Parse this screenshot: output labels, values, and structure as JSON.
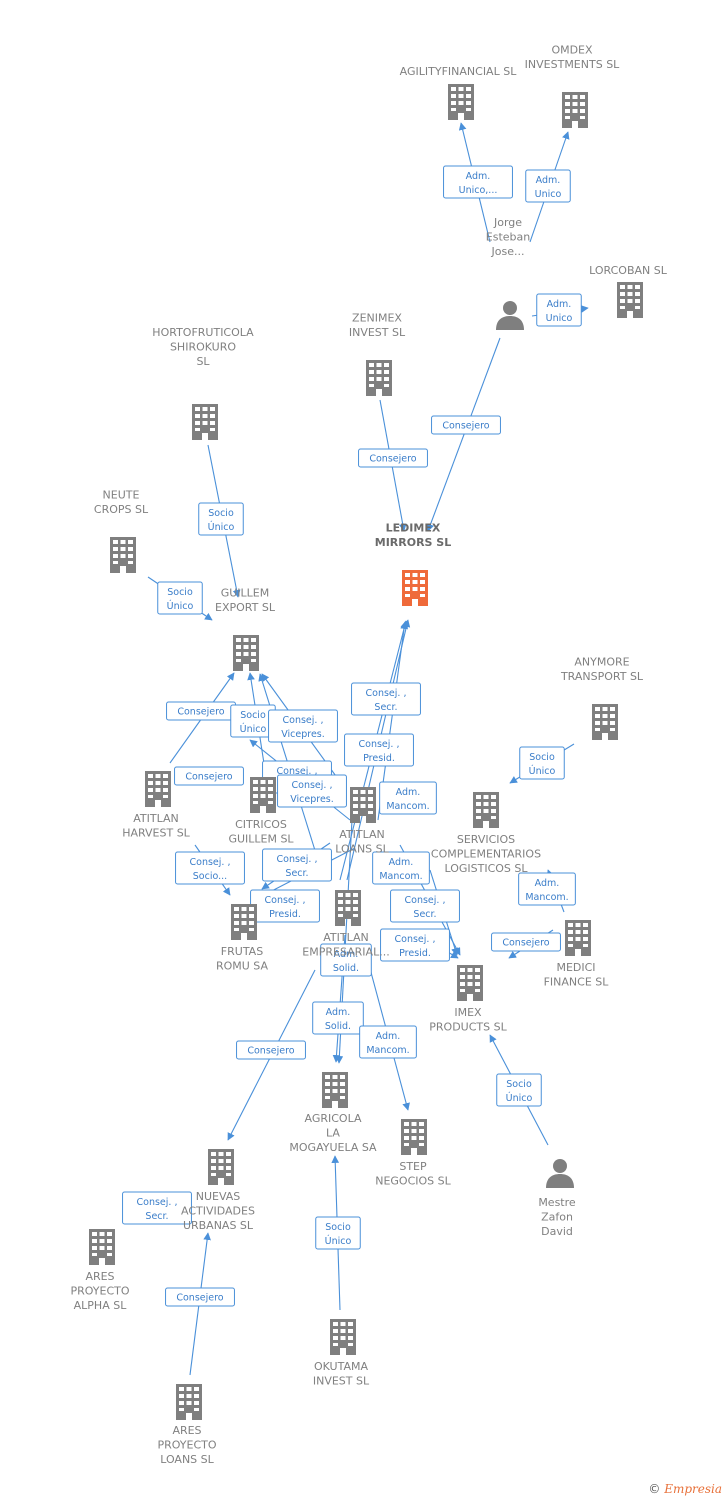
{
  "colors": {
    "node": "#7f7f7f",
    "focus": "#ef6a3a",
    "edge": "#4a90d9"
  },
  "nodes": [
    {
      "id": "agility",
      "type": "company",
      "lines": [
        "AGILITYFINANCIAL SL"
      ]
    },
    {
      "id": "omdex",
      "type": "company",
      "lines": [
        "OMDEX",
        "INVESTMENTS SL"
      ]
    },
    {
      "id": "jorge",
      "type": "person",
      "lines": [
        "Jorge",
        "Esteban",
        "Jose..."
      ]
    },
    {
      "id": "lorcoban",
      "type": "company",
      "lines": [
        "LORCOBAN SL"
      ]
    },
    {
      "id": "zenimex",
      "type": "company",
      "lines": [
        "ZENIMEX",
        "INVEST  SL"
      ]
    },
    {
      "id": "hortofruticola",
      "type": "company",
      "lines": [
        "HORTOFRUTICOLA",
        "SHIROKURO",
        "SL"
      ]
    },
    {
      "id": "ledimex",
      "type": "focus",
      "lines": [
        "LEDIMEX",
        "MIRRORS  SL"
      ]
    },
    {
      "id": "neute",
      "type": "company",
      "lines": [
        "NEUTE",
        "CROPS  SL"
      ]
    },
    {
      "id": "guillem",
      "type": "company",
      "lines": [
        "GUILLEM",
        "EXPORT SL"
      ]
    },
    {
      "id": "anymore",
      "type": "company",
      "lines": [
        "ANYMORE",
        "TRANSPORT SL"
      ]
    },
    {
      "id": "atitlan_harvest",
      "type": "company",
      "lines": [
        "ATITLAN",
        "HARVEST  SL"
      ]
    },
    {
      "id": "citricos",
      "type": "company",
      "lines": [
        "CITRICOS",
        "GUILLEM  SL"
      ]
    },
    {
      "id": "atitlan_loans",
      "type": "company",
      "lines": [
        "ATITLAN",
        "LOANS  SL"
      ]
    },
    {
      "id": "servicios",
      "type": "company",
      "lines": [
        "SERVICIOS",
        "COMPLEMENTARIOS",
        "LOGISTICOS SL"
      ]
    },
    {
      "id": "frutas",
      "type": "company",
      "lines": [
        "FRUTAS",
        "ROMU SA"
      ]
    },
    {
      "id": "atitlan_emp",
      "type": "company",
      "lines": [
        "ATITLAN",
        "EMPRESARIAL..."
      ]
    },
    {
      "id": "medici",
      "type": "company",
      "lines": [
        "MEDICI",
        "FINANCE SL"
      ]
    },
    {
      "id": "imex",
      "type": "company",
      "lines": [
        "IMEX",
        "PRODUCTS SL"
      ]
    },
    {
      "id": "agricola",
      "type": "company",
      "lines": [
        "AGRICOLA",
        "LA",
        "MOGAYUELA SA"
      ]
    },
    {
      "id": "step",
      "type": "company",
      "lines": [
        "STEP",
        "NEGOCIOS SL"
      ]
    },
    {
      "id": "mestre",
      "type": "person",
      "lines": [
        "Mestre",
        "Zafon",
        "David"
      ]
    },
    {
      "id": "nuevas",
      "type": "company",
      "lines": [
        "NUEVAS",
        "ACTIVIDADES",
        "URBANAS SL"
      ]
    },
    {
      "id": "ares_alpha",
      "type": "company",
      "lines": [
        "ARES",
        "PROYECTO",
        "ALPHA  SL"
      ]
    },
    {
      "id": "okutama",
      "type": "company",
      "lines": [
        "OKUTAMA",
        "INVEST  SL"
      ]
    },
    {
      "id": "ares_loans",
      "type": "company",
      "lines": [
        "ARES",
        "PROYECTO",
        "LOANS  SL"
      ]
    }
  ],
  "edges": [
    {
      "from": "jorge",
      "to": "agility",
      "label": [
        "Adm.",
        "Unico,..."
      ]
    },
    {
      "from": "jorge",
      "to": "omdex",
      "label": [
        "Adm.",
        "Unico"
      ]
    },
    {
      "from": "jorge",
      "to": "lorcoban",
      "label": [
        "Adm.",
        "Unico"
      ]
    },
    {
      "from": "jorge",
      "to": "ledimex",
      "label": [
        "Consejero"
      ]
    },
    {
      "from": "zenimex",
      "to": "ledimex",
      "label": [
        "Consejero"
      ]
    },
    {
      "from": "hortofruticola",
      "to": "guillem",
      "label": [
        "Socio",
        "Único"
      ]
    },
    {
      "from": "neute",
      "to": "guillem",
      "label": [
        "Socio",
        "Único"
      ]
    },
    {
      "from": "atitlan_harvest",
      "to": "guillem",
      "label": [
        "Consejero"
      ]
    },
    {
      "from": "citricos",
      "to": "guillem",
      "label": [
        "Socio",
        "Único"
      ]
    },
    {
      "from": "atitlan_loans",
      "to": "guillem",
      "label": [
        "Consej. ,",
        "Vicepres."
      ]
    },
    {
      "from": "atitlan_emp",
      "to": "guillem",
      "label": [
        "Consej. ,",
        "Secr."
      ]
    },
    {
      "from": "atitlan_harvest",
      "to": "citricos",
      "label": [
        "Consejero"
      ]
    },
    {
      "from": "atitlan_loans",
      "to": "citricos",
      "label": [
        "Consej. ,",
        "Vicepres."
      ]
    },
    {
      "from": "atitlan_emp",
      "to": "ledimex",
      "label": [
        "Consej. ,",
        "Secr."
      ]
    },
    {
      "from": "atitlan_emp",
      "to": "ledimex",
      "label": [
        "Consej. ,",
        "Presid."
      ]
    },
    {
      "from": "atitlan_loans",
      "to": "ledimex",
      "label": [
        "Adm.",
        "Mancom."
      ]
    },
    {
      "from": "anymore",
      "to": "servicios",
      "label": [
        "Socio",
        "Único"
      ]
    },
    {
      "from": "atitlan_harvest",
      "to": "frutas",
      "label": [
        "Consej. ,",
        "Socio..."
      ]
    },
    {
      "from": "atitlan_emp",
      "to": "frutas",
      "label": [
        "Consej. ,",
        "Secr."
      ]
    },
    {
      "from": "atitlan_loans",
      "to": "frutas",
      "label": [
        "Consej. ,",
        "Presid."
      ]
    },
    {
      "from": "atitlan_loans",
      "to": "imex",
      "label": [
        "Adm.",
        "Mancom."
      ]
    },
    {
      "from": "atitlan_emp",
      "to": "imex",
      "label": [
        "Consej. ,",
        "Secr."
      ]
    },
    {
      "from": "atitlan_emp",
      "to": "imex",
      "label": [
        "Consej. ,",
        "Presid."
      ]
    },
    {
      "from": "medici",
      "to": "servicios",
      "label": [
        "Adm.",
        "Mancom."
      ]
    },
    {
      "from": "medici",
      "to": "imex",
      "label": [
        "Consejero"
      ]
    },
    {
      "from": "atitlan_emp",
      "to": "agricola",
      "label": [
        "Adm.",
        "Solid."
      ]
    },
    {
      "from": "atitlan_loans",
      "to": "agricola",
      "label": [
        "Adm.",
        "Solid."
      ]
    },
    {
      "from": "atitlan_emp",
      "to": "step",
      "label": [
        "Adm.",
        "Mancom."
      ]
    },
    {
      "from": "atitlan_emp",
      "to": "nuevas",
      "label": [
        "Consejero"
      ]
    },
    {
      "from": "mestre",
      "to": "imex",
      "label": [
        "Socio",
        "Único"
      ]
    },
    {
      "from": "nuevas",
      "to": "nuevas",
      "label": [
        "Consej. ,",
        "Secr."
      ]
    },
    {
      "from": "ares_loans",
      "to": "nuevas",
      "label": [
        "Consejero"
      ]
    },
    {
      "from": "okutama",
      "to": "agricola",
      "label": [
        "Socio",
        "Único"
      ]
    }
  ],
  "credit": {
    "symbol": "©",
    "brand": "Empresia"
  }
}
